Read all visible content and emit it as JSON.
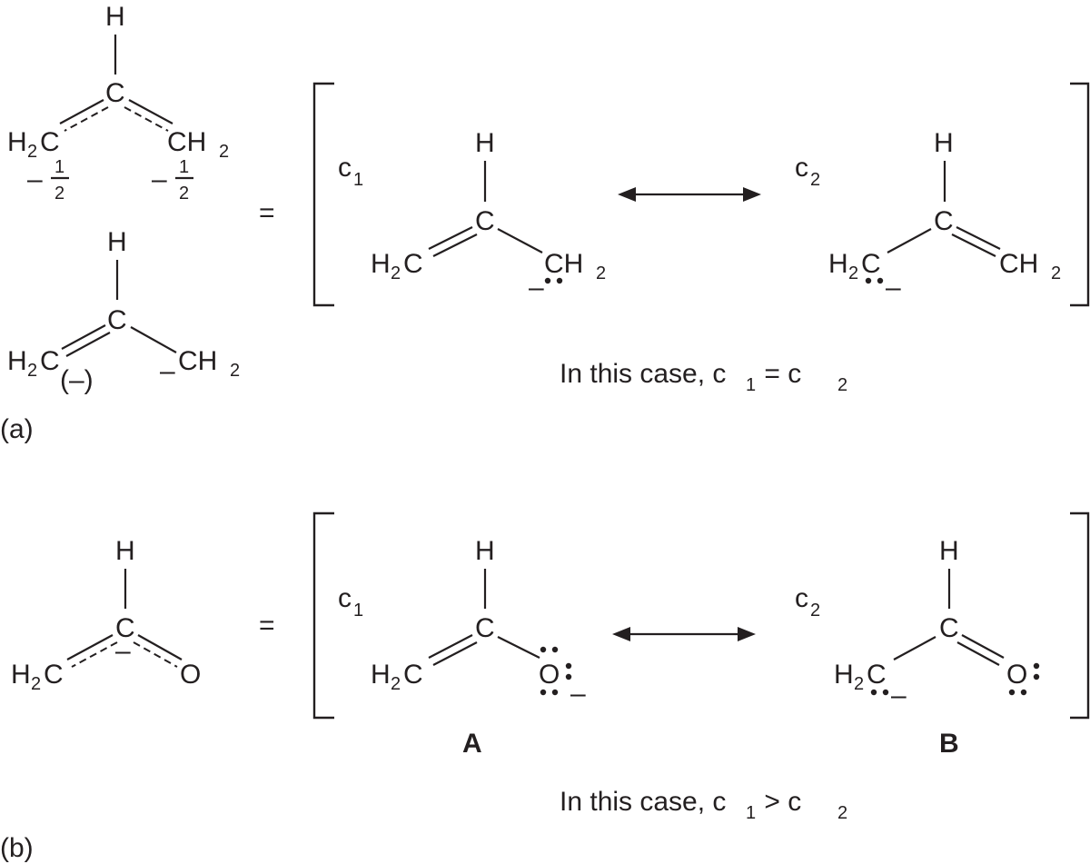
{
  "atoms": {
    "H": "H",
    "C": "C",
    "O": "O",
    "ch2_left_main": "H",
    "ch2_left_sub": "2",
    "ch2_left_C": "C",
    "ch2_right_C": "CH",
    "ch2_right_sub": "2"
  },
  "charges": {
    "minus": "–",
    "minus_paren": "(–)",
    "half_num": "1",
    "half_den": "2"
  },
  "operators": {
    "equals": "="
  },
  "coefficients": {
    "c": "c",
    "sub1": "1",
    "sub2": "2"
  },
  "panel_a": {
    "label": "(a)",
    "conclusion_prefix": "In this case, c",
    "conclusion_sub1": "1",
    "conclusion_op": " = c",
    "conclusion_sub2": "2"
  },
  "panel_b": {
    "label": "(b)",
    "conclusion_prefix": "In this case, c",
    "conclusion_sub1": "1",
    "conclusion_op": " > c",
    "conclusion_sub2": "2",
    "structure_A": "A",
    "structure_B": "B"
  }
}
